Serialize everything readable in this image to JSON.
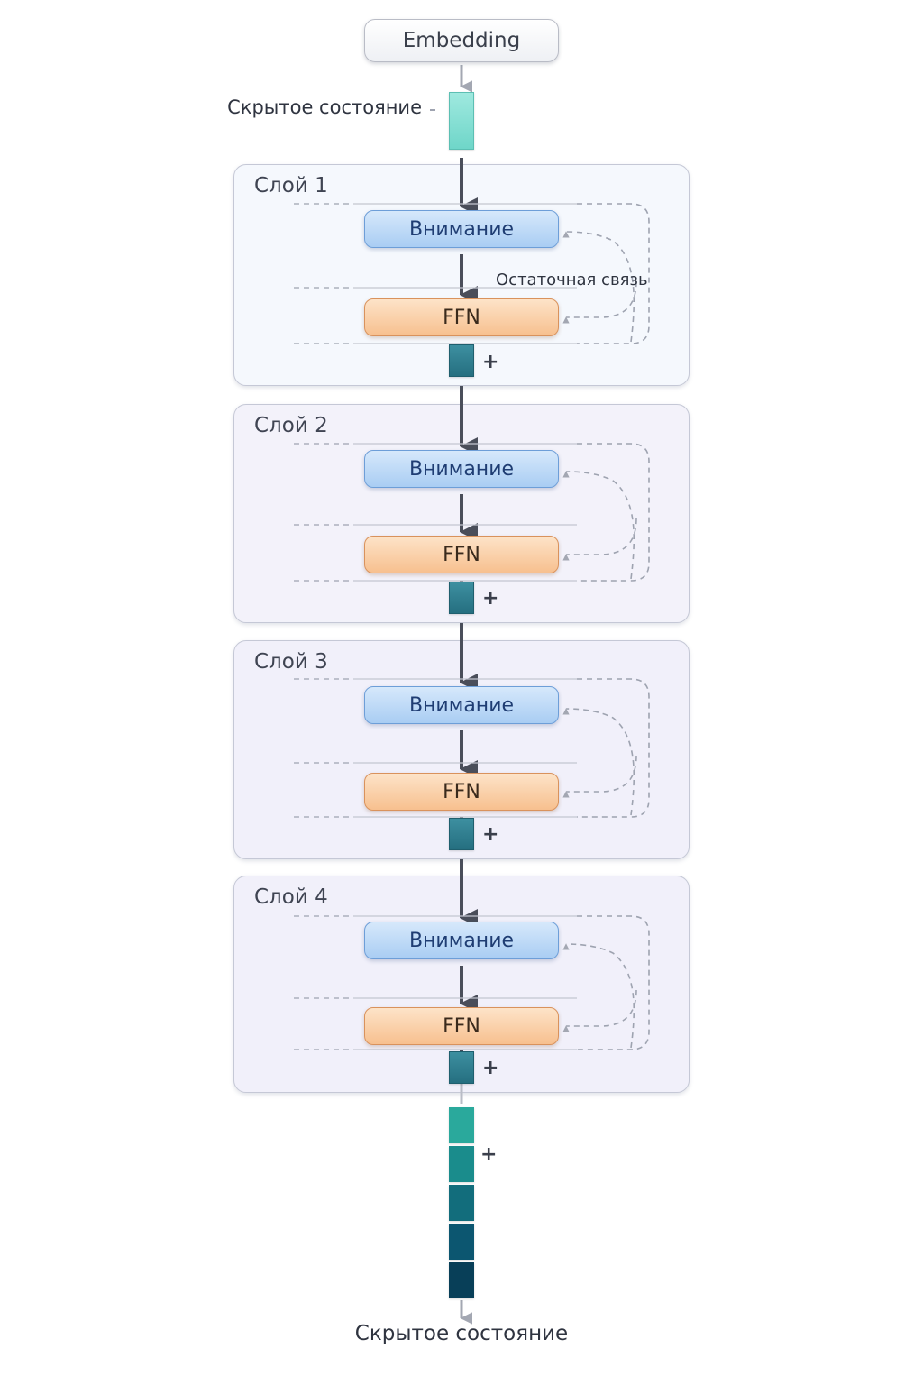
{
  "input": {
    "embedding_label": "Embedding",
    "hidden_state_label": "Скрытое состояние"
  },
  "residual_label": "Остаточная связь",
  "layers": [
    {
      "title": "Слой 1",
      "attention_label": "Внимание",
      "ffn_label": "FFN",
      "plus": "+"
    },
    {
      "title": "Слой 2",
      "attention_label": "Внимание",
      "ffn_label": "FFN",
      "plus": "+"
    },
    {
      "title": "Слой 3",
      "attention_label": "Внимание",
      "ffn_label": "FFN",
      "plus": "+"
    },
    {
      "title": "Слой 4",
      "attention_label": "Внимание",
      "ffn_label": "FFN",
      "plus": "+"
    }
  ],
  "output": {
    "plus": "+",
    "hidden_state_label": "Скрытое состояние",
    "stack_colors": [
      "#2aa99c",
      "#1a8c8c",
      "#126d7c",
      "#0c5670",
      "#083f58"
    ]
  },
  "colors": {
    "attention": "#a9cdf3",
    "ffn": "#f7c08f",
    "arrow": "#4a4e5a",
    "dashed": "#9ea3b0"
  }
}
